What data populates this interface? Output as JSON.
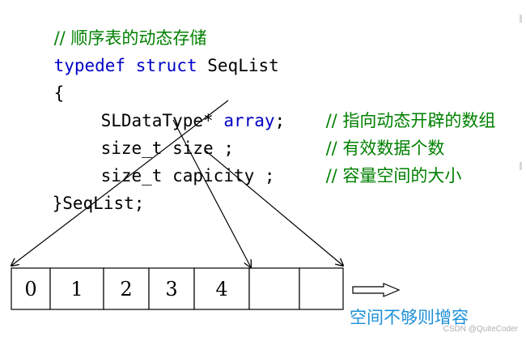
{
  "code": {
    "comment_title": "// 顺序表的动态存储",
    "kw_typedef": "typedef",
    "kw_struct": "struct",
    "struct_name": "SeqList",
    "open_brace": "{",
    "field1_type": "SLDataType*",
    "field1_name": "array",
    "field1_semi": ";",
    "field1_comment": "// 指向动态开辟的数组",
    "field2_type": "size_t",
    "field2_name": "size",
    "field2_semi": ";",
    "field2_comment": "// 有效数据个数",
    "field3_type": "size_t",
    "field3_name": "capicity",
    "field3_semi": ";",
    "field3_comment": "// 容量空间的大小",
    "close_brace": "}",
    "close_name": "SeqList",
    "close_semi": ";"
  },
  "array_cells": [
    "0",
    "1",
    "2",
    "3",
    "4",
    "",
    ""
  ],
  "caption": "空间不够则增容",
  "watermark": "CSDN @QuiteCoder",
  "colors": {
    "keyword": "#0000c8",
    "comment": "#008000",
    "caption": "#1e90d8"
  }
}
